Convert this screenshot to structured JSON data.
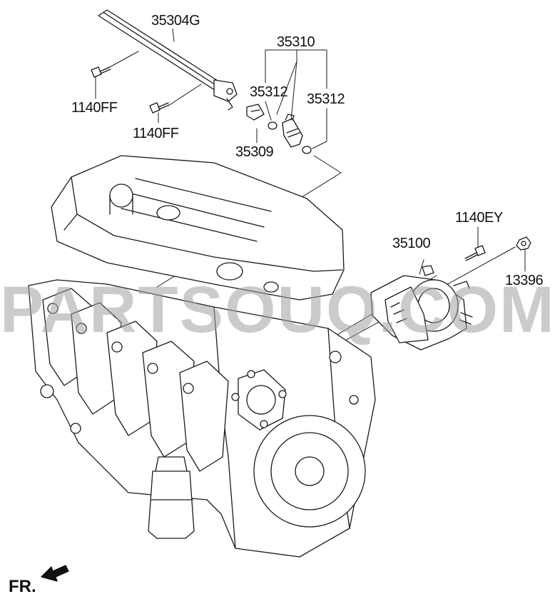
{
  "diagram": {
    "watermark": "PARTSOUQ.COM",
    "front_marker": "FR.",
    "labels": {
      "fuel_rail": "35304G",
      "bolt_left_top": "1140FF",
      "bolt_left_bottom": "1140FF",
      "injector_assy": "35310",
      "oring_left": "35312",
      "oring_right": "35312",
      "clip": "35309",
      "bolt_throttle": "1140EY",
      "throttle_body": "35100",
      "nut": "13396"
    }
  },
  "colors": {
    "line": "#1a1a1a",
    "watermark": "#a0a0a0",
    "background": "#ffffff"
  },
  "icons": [
    "bolt-icon",
    "o-ring-icon",
    "injector-icon",
    "arrow-icon"
  ]
}
